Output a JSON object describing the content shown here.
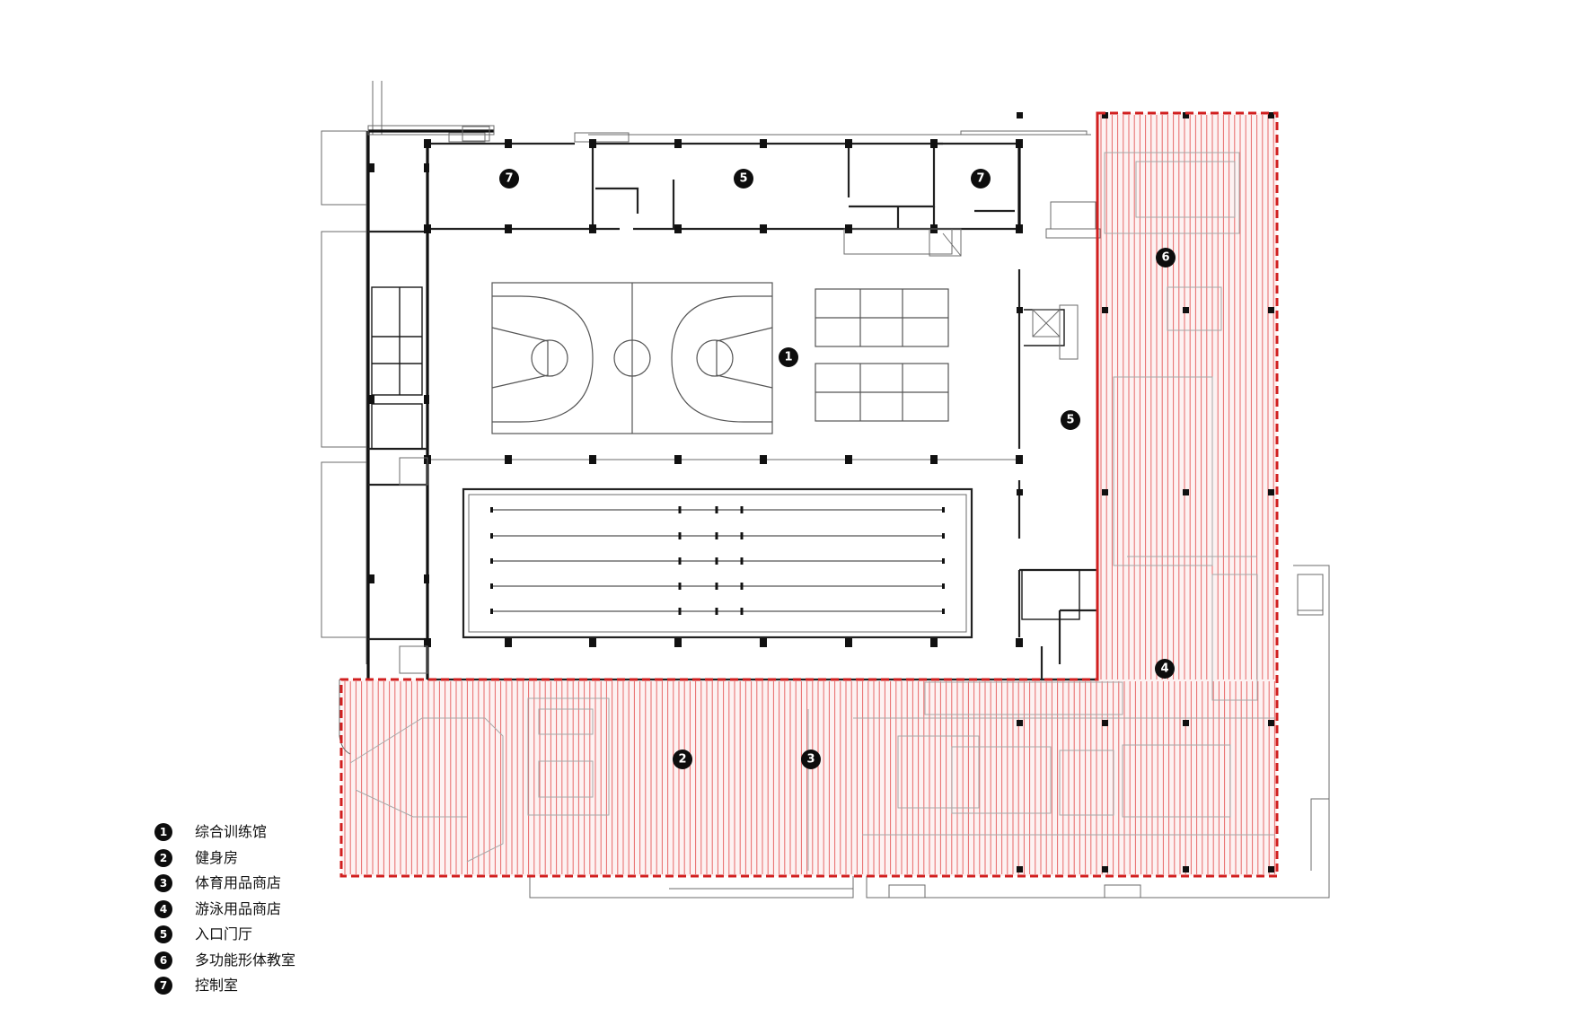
{
  "legend": [
    {
      "number": "1",
      "label": "综合训练馆"
    },
    {
      "number": "2",
      "label": "健身房"
    },
    {
      "number": "3",
      "label": "体育用品商店"
    },
    {
      "number": "4",
      "label": "游泳用品商店"
    },
    {
      "number": "5",
      "label": "入口门厅"
    },
    {
      "number": "6",
      "label": "多功能形体教室"
    },
    {
      "number": "7",
      "label": "控制室"
    }
  ],
  "plan_markers": {
    "control_room_a": "7",
    "entrance_hall_north": "5",
    "control_room_b": "7",
    "multi_function_room": "6",
    "training_hall": "1",
    "entrance_hall_east": "5",
    "swim_shop": "4",
    "gym": "2",
    "sports_shop": "3"
  },
  "colors": {
    "highlight_border": "#d11f1f",
    "highlight_hatch": "#e23b3b",
    "wall": "#111111",
    "marker": "#0d0d0d"
  }
}
